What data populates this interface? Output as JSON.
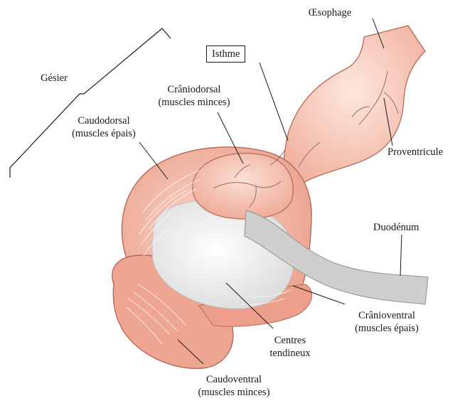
{
  "labels": {
    "oesophage": "Œsophage",
    "isthme": "Isthme",
    "gesier": "Gésier",
    "craniodorsal_1": "Crâniodorsal",
    "craniodorsal_2": "(muscles minces)",
    "caudodorsal_1": "Caudodorsal",
    "caudodorsal_2": "(muscles épais)",
    "proventricule": "Proventricule",
    "duodenum": "Duodénum",
    "cranioventral_1": "Crânioventral",
    "cranioventral_2": "(muscles épais)",
    "centres_1": "Centres",
    "centres_2": "tendineux",
    "caudoventral_1": "Caudoventral",
    "caudoventral_2": "(muscles minces)"
  },
  "colors": {
    "tissue": "#f2b4a2",
    "tissue_light": "#f9d4c7",
    "tissue_edge": "#b56a58",
    "tendon": "#efefef",
    "duodenum": "#c9c9c9",
    "vessel": "#9a6a66",
    "line": "#1a1a1a"
  }
}
